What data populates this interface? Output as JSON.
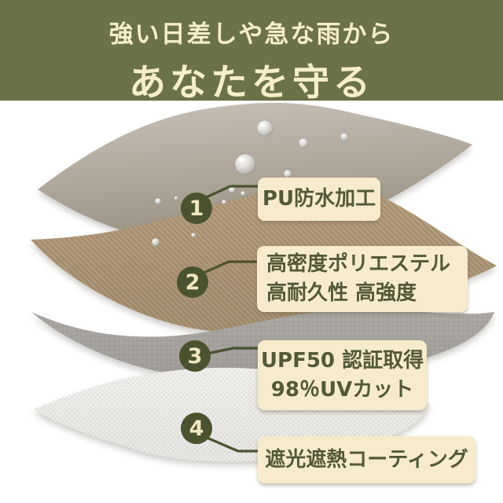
{
  "header": {
    "line1": "強い日差しや急な雨から",
    "line2": "あなたを守る"
  },
  "callouts": [
    {
      "number": "1",
      "lines": [
        "PU防水加工"
      ]
    },
    {
      "number": "2",
      "lines": [
        "高密度ポリエステル",
        "高耐久性 高強度"
      ]
    },
    {
      "number": "3",
      "lines": [
        "UPF50 認証取得",
        "98％UVカット"
      ]
    },
    {
      "number": "4",
      "lines": [
        "遮光遮熱コーティング"
      ]
    }
  ],
  "colors": {
    "banner_bg": "#6b7148",
    "banner_text": "#f6edc9",
    "badge_bg": "#4b522f",
    "connector_line": "#4b522f",
    "label_bg": "#f8ebcd",
    "label_text": "#535839",
    "layer1_gray_taupe": "#b4ac9f",
    "layer2_tan": "#b29a7a",
    "layer3_gray": "#a9a6a2",
    "layer4_white_mesh": "#f1f0ee"
  }
}
